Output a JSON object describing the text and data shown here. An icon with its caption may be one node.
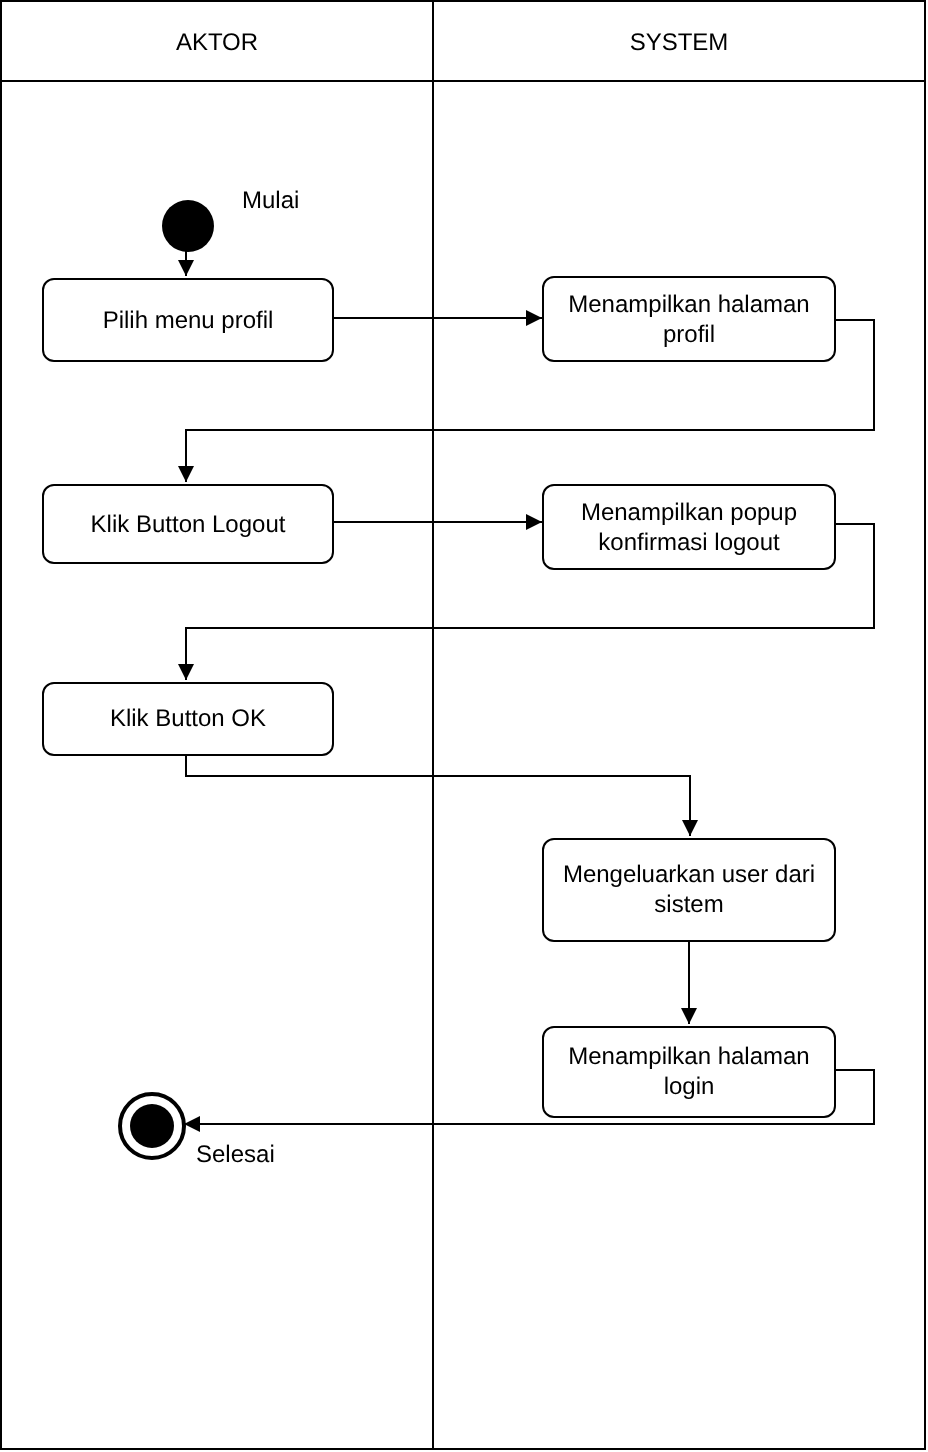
{
  "diagram": {
    "nodes": [
      {
        "text": [
          "AKTOR"
        ]
      },
      {
        "text": [
          "SYSTEM"
        ]
      },
      {
        "text": [],
        "shape": "circle",
        "in": 0,
        "beside": [
          "Mulai"
        ]
      },
      {
        "text": [
          "Pilih menu profil"
        ],
        "in": 0
      },
      {
        "text": [
          "Menampilkan halaman profil"
        ],
        "in": 1
      },
      {
        "text": [
          "Klik Button Logout"
        ],
        "in": 0
      },
      {
        "text": [
          "Menampilkan popup konfirmasi logout"
        ],
        "in": 1
      },
      {
        "text": [
          "Klik Button OK"
        ],
        "in": 0
      },
      {
        "text": [
          "Mengeluarkan user dari sistem"
        ],
        "in": 1
      },
      {
        "text": [
          "Menampilkan halaman login"
        ],
        "in": 1
      },
      {
        "text": [],
        "shape": "circle",
        "in": 0,
        "beside": [
          "Selesai"
        ]
      }
    ],
    "edges": [
      {
        "from": 2,
        "to": 3,
        "arrow": "to"
      },
      {
        "from": 3,
        "to": 4,
        "arrow": "to"
      },
      {
        "from": 4,
        "to": 5,
        "arrow": "to"
      },
      {
        "from": 5,
        "to": 6,
        "arrow": "to"
      },
      {
        "from": 6,
        "to": 7,
        "arrow": "to"
      },
      {
        "from": 7,
        "to": 8,
        "arrow": "to"
      },
      {
        "from": 8,
        "to": 9,
        "arrow": "to"
      },
      {
        "from": 9,
        "to": 10,
        "arrow": "to"
      }
    ]
  }
}
